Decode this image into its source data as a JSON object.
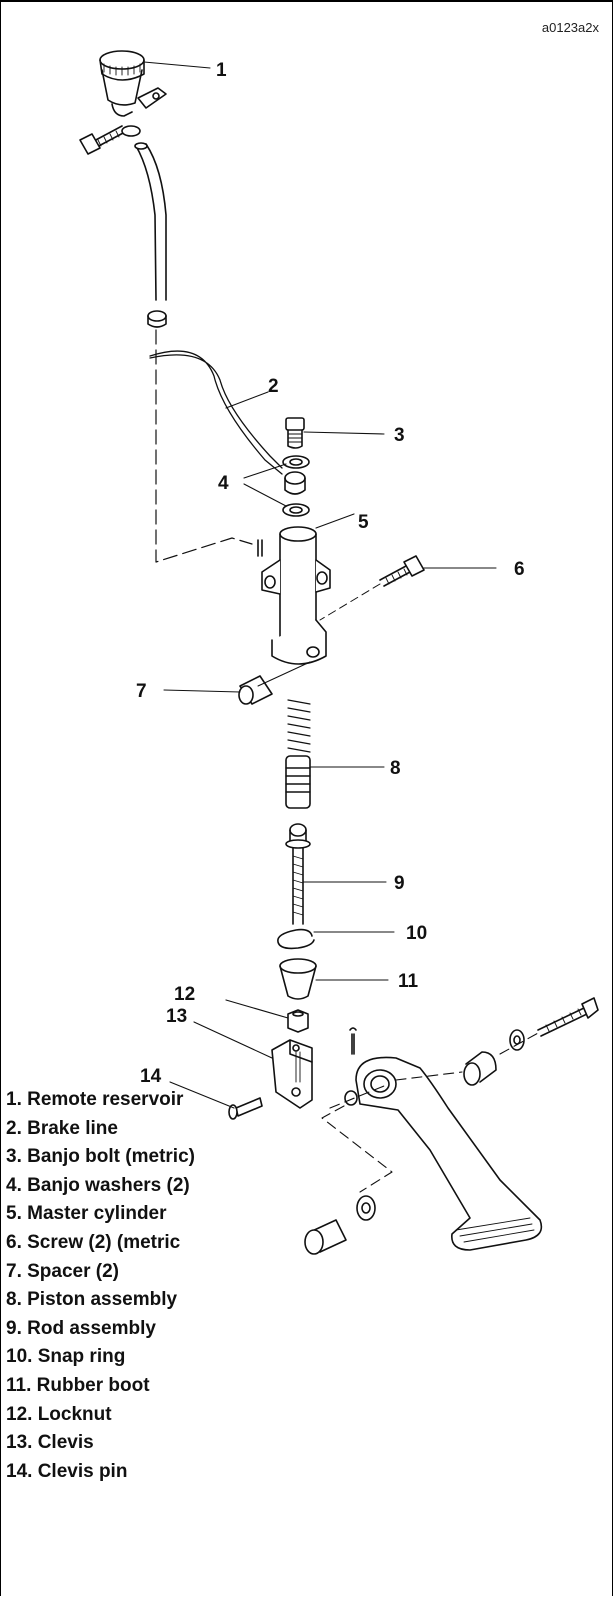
{
  "figure_id": "a0123a2x",
  "callouts": [
    "1",
    "2",
    "3",
    "4",
    "5",
    "6",
    "7",
    "8",
    "9",
    "10",
    "11",
    "12",
    "13",
    "14"
  ],
  "legend": [
    "1. Remote reservoir",
    "2. Brake line",
    "3. Banjo bolt (metric)",
    "4. Banjo washers (2)",
    "5. Master cylinder",
    "6. Screw (2) (metric",
    "7. Spacer (2)",
    "8. Piston assembly",
    "9. Rod assembly",
    "10. Snap ring",
    "11. Rubber boot",
    "12. Locknut",
    "13. Clevis",
    "14. Clevis pin"
  ]
}
